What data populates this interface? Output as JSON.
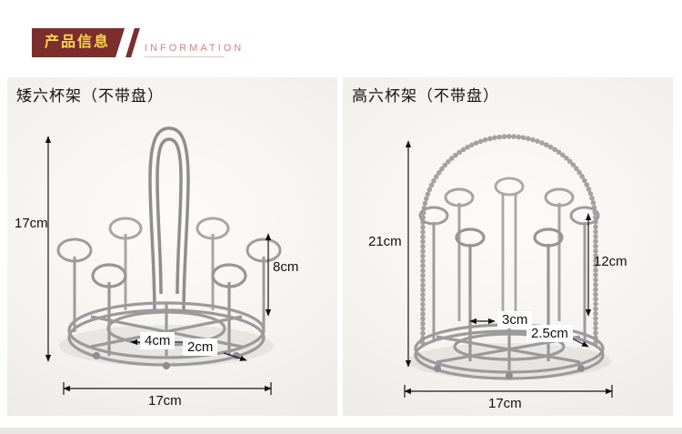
{
  "header": {
    "badge": "产品信息",
    "subtitle": "INFORMATION"
  },
  "panels": [
    {
      "title": "矮六杯架（不带盘）",
      "dims": {
        "overall_height": "17cm",
        "cup_height": "8cm",
        "cup_diameter": "4cm",
        "rim_gap": "2cm",
        "base_width": "17cm"
      }
    },
    {
      "title": "高六杯架（不带盘）",
      "dims": {
        "overall_height": "21cm",
        "cup_height": "12cm",
        "cup_diameter": "3cm",
        "rim_gap": "2.5cm",
        "base_width": "17cm"
      }
    }
  ]
}
